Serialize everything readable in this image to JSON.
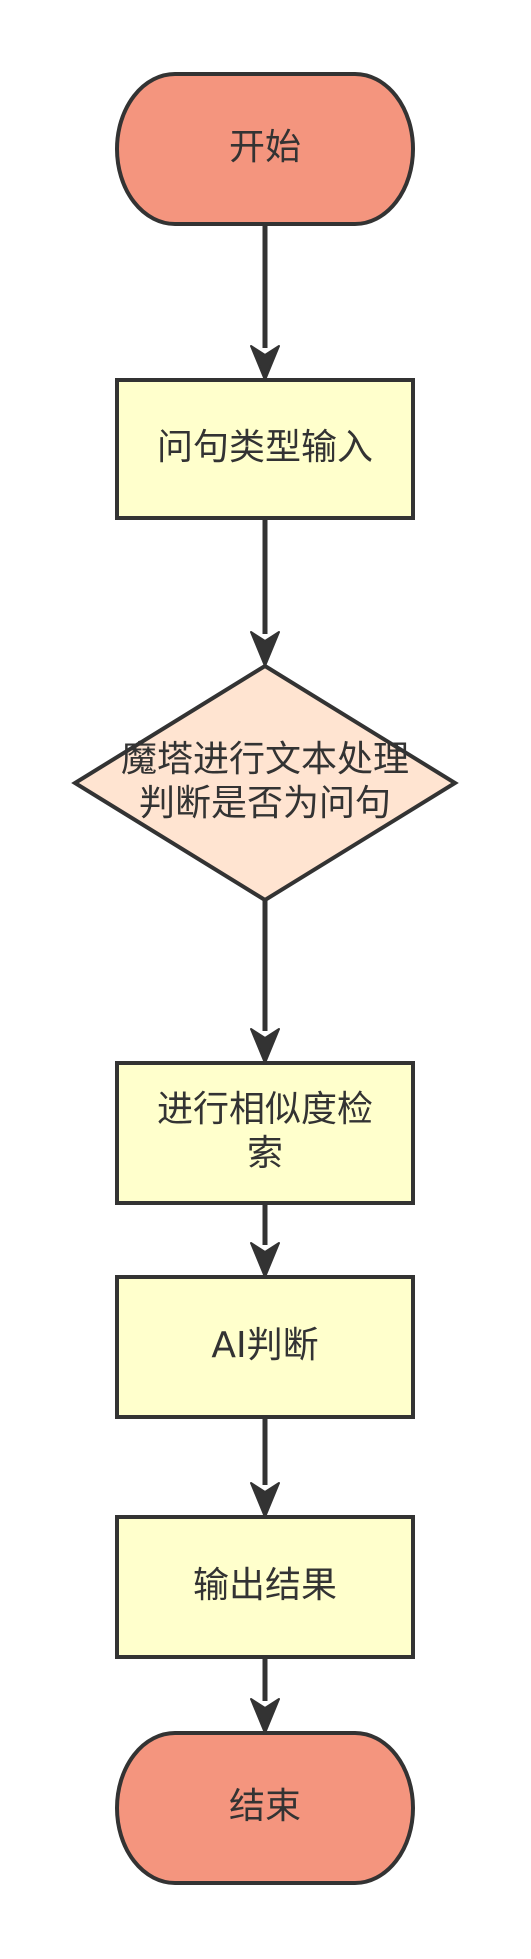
{
  "diagram": {
    "nodes": [
      {
        "id": "start",
        "shape": "terminal",
        "lines": [
          "开始"
        ],
        "fill": "#F4957E"
      },
      {
        "id": "input",
        "shape": "process",
        "lines": [
          "问句类型输入"
        ],
        "fill": "#FFFFCC"
      },
      {
        "id": "check",
        "shape": "decision",
        "lines": [
          "魔塔进行文本处理",
          "判断是否为问句"
        ],
        "fill": "#FFE4D1"
      },
      {
        "id": "search",
        "shape": "process",
        "lines": [
          "进行相似度检",
          "索"
        ],
        "fill": "#FFFFCC"
      },
      {
        "id": "ai",
        "shape": "process",
        "lines": [
          "AI判断"
        ],
        "fill": "#FFFFCC"
      },
      {
        "id": "output",
        "shape": "process",
        "lines": [
          "输出结果"
        ],
        "fill": "#FFFFCC"
      },
      {
        "id": "end",
        "shape": "terminal",
        "lines": [
          "结束"
        ],
        "fill": "#F4957E"
      }
    ],
    "edges": [
      {
        "from": "start",
        "to": "input"
      },
      {
        "from": "input",
        "to": "check"
      },
      {
        "from": "check",
        "to": "search"
      },
      {
        "from": "search",
        "to": "ai"
      },
      {
        "from": "ai",
        "to": "output"
      },
      {
        "from": "output",
        "to": "end"
      }
    ],
    "colors": {
      "stroke": "#333333",
      "text": "#333333",
      "background": "#FFFFFF"
    }
  }
}
